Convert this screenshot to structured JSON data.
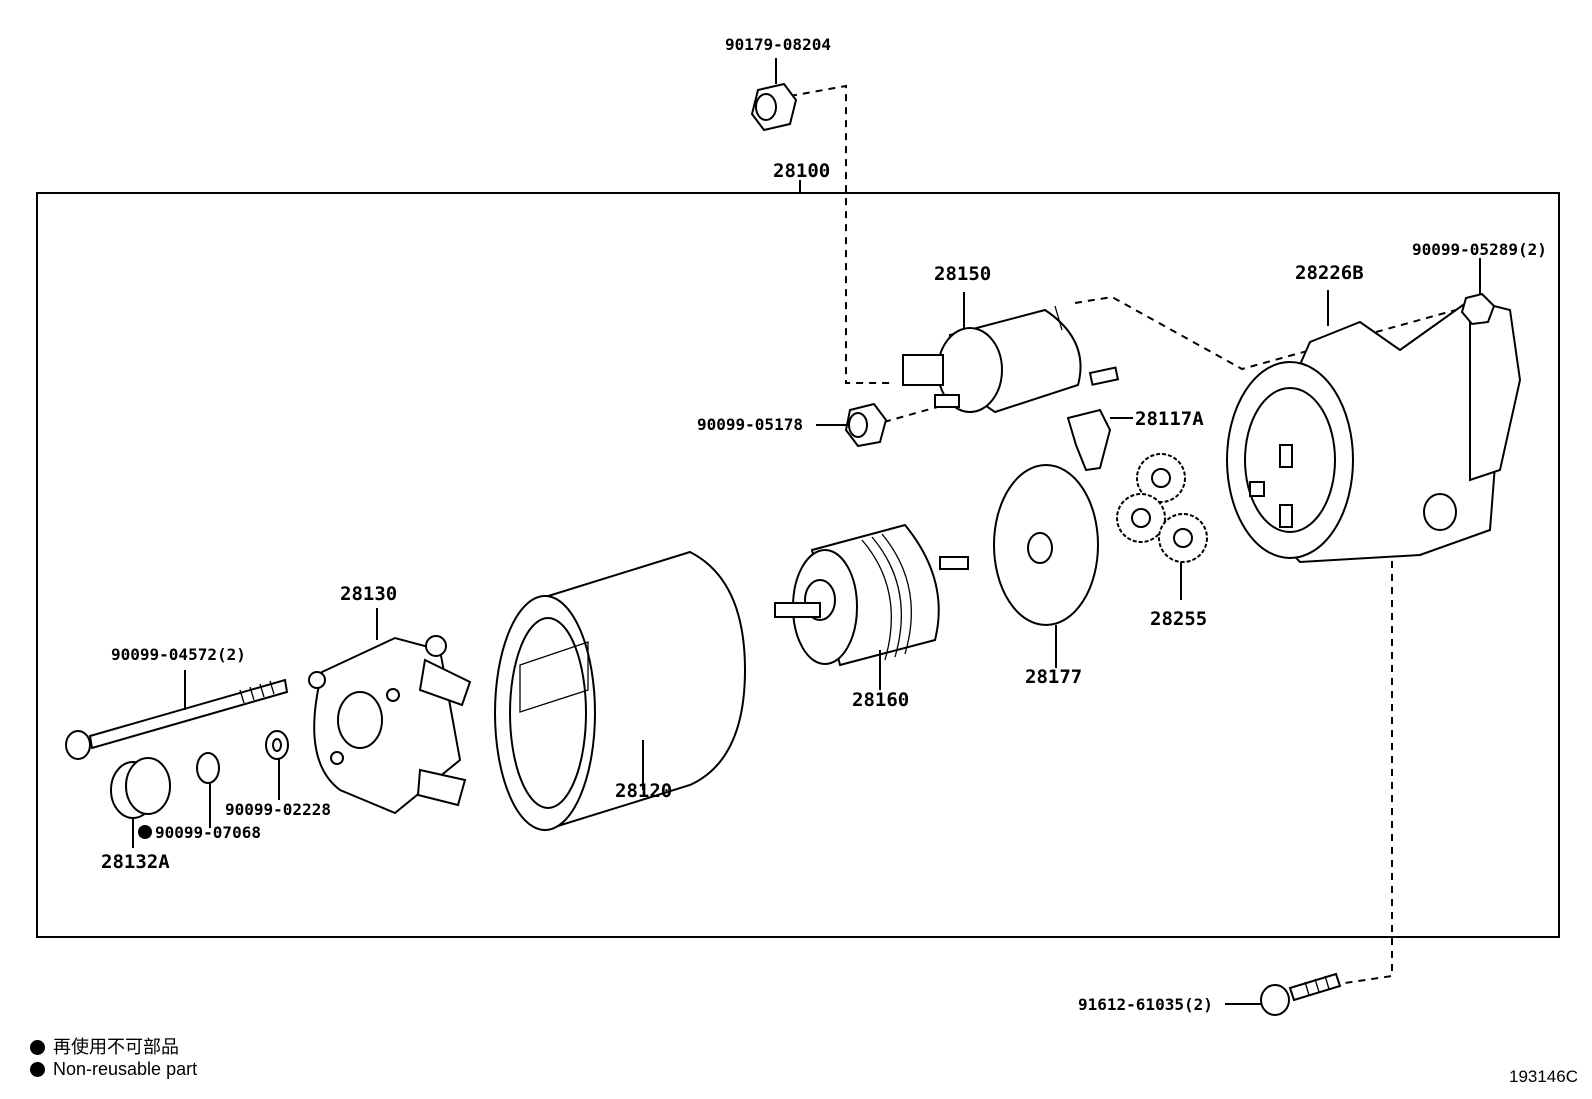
{
  "diagram": {
    "assembly_label": "28100",
    "parts": {
      "nut_top": "90179-08204",
      "solenoid": "28150",
      "nut_solenoid": "90099-05178",
      "lever": "28117A",
      "housing": "28226B",
      "nut_housing": "90099-05289(2)",
      "through_bolt": "90099-04572(2)",
      "end_frame": "28130",
      "yoke": "28120",
      "armature": "28160",
      "plate": "28177",
      "gears": "28255",
      "cap": "28132A",
      "o_ring": "90099-07068",
      "washer": "90099-02228",
      "bolt_bottom": "91612-61035(2)"
    }
  },
  "legend": {
    "jp": "再使用不可部品",
    "en": "Non-reusable part"
  },
  "figure_id": "193146C"
}
